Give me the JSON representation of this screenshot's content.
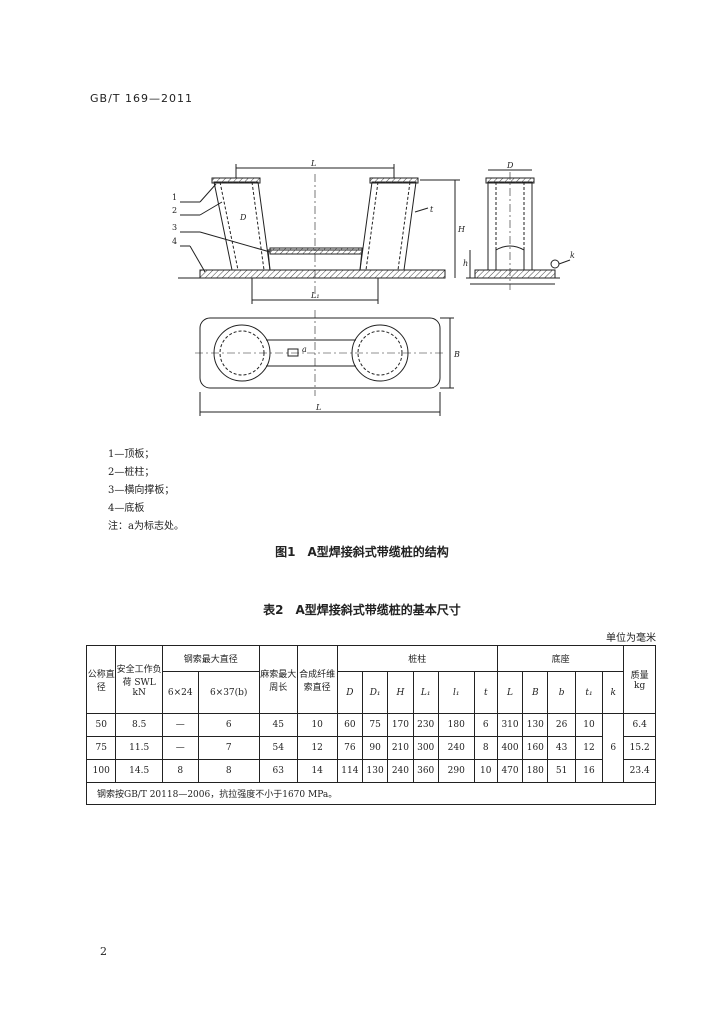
{
  "header": {
    "std_code": "GB/T 169—2011"
  },
  "figure": {
    "labels": {
      "L": "L",
      "L1": "L₁",
      "B": "B",
      "D": "D",
      "H": "H",
      "h": "h",
      "t": "t",
      "k": "k",
      "a": "a",
      "n1": "1",
      "n2": "2",
      "n3": "3",
      "n4": "4"
    }
  },
  "legend": {
    "items": [
      "1—顶板；",
      "2—桩柱；",
      "3—横向撑板；",
      "4—底板"
    ],
    "note": "注：a为标志处。"
  },
  "figure_caption": "图1　A型焊接斜式带缆桩的结构",
  "table": {
    "title": "表2　A型焊接斜式带缆桩的基本尺寸",
    "unit": "单位为毫米",
    "headers": {
      "nominal": "公称直径",
      "swl": "安全工作负荷 SWL kN",
      "wire_max": "钢索最大直径",
      "wire_a": "6×24",
      "wire_b": "6×37(b)",
      "hemp": "麻索最大周长",
      "synthetic": "合成纤维索直径",
      "pile": "桩柱",
      "base": "底座",
      "weight": "质量 kg",
      "D": "D",
      "D1": "D₁",
      "H": "H",
      "L1": "L₁",
      "l1": "l₁",
      "t": "t",
      "L": "L",
      "B": "B",
      "b": "b",
      "t1": "t₁",
      "k": "k"
    },
    "rows": [
      {
        "nominal": "50",
        "swl": "8.5",
        "wire_a": "—",
        "wire_b": "6",
        "hemp": "45",
        "syn": "10",
        "D": "60",
        "D1": "75",
        "H": "170",
        "L1": "230",
        "l1": "180",
        "t": "6",
        "L": "310",
        "B": "130",
        "b": "26",
        "t1": "10",
        "w": "6.4"
      },
      {
        "nominal": "75",
        "swl": "11.5",
        "wire_a": "—",
        "wire_b": "7",
        "hemp": "54",
        "syn": "12",
        "D": "76",
        "D1": "90",
        "H": "210",
        "L1": "300",
        "l1": "240",
        "t": "8",
        "L": "400",
        "B": "160",
        "b": "43",
        "t1": "12",
        "w": "15.2"
      },
      {
        "nominal": "100",
        "swl": "14.5",
        "wire_a": "8",
        "wire_b": "8",
        "hemp": "63",
        "syn": "14",
        "D": "114",
        "D1": "130",
        "H": "240",
        "L1": "360",
        "l1": "290",
        "t": "10",
        "L": "470",
        "B": "180",
        "b": "51",
        "t1": "16",
        "w": "23.4"
      }
    ],
    "k_value": "6",
    "footnote": "钢索按GB/T 20118—2006，抗拉强度不小于1670 MPa。"
  },
  "page_number": "2"
}
